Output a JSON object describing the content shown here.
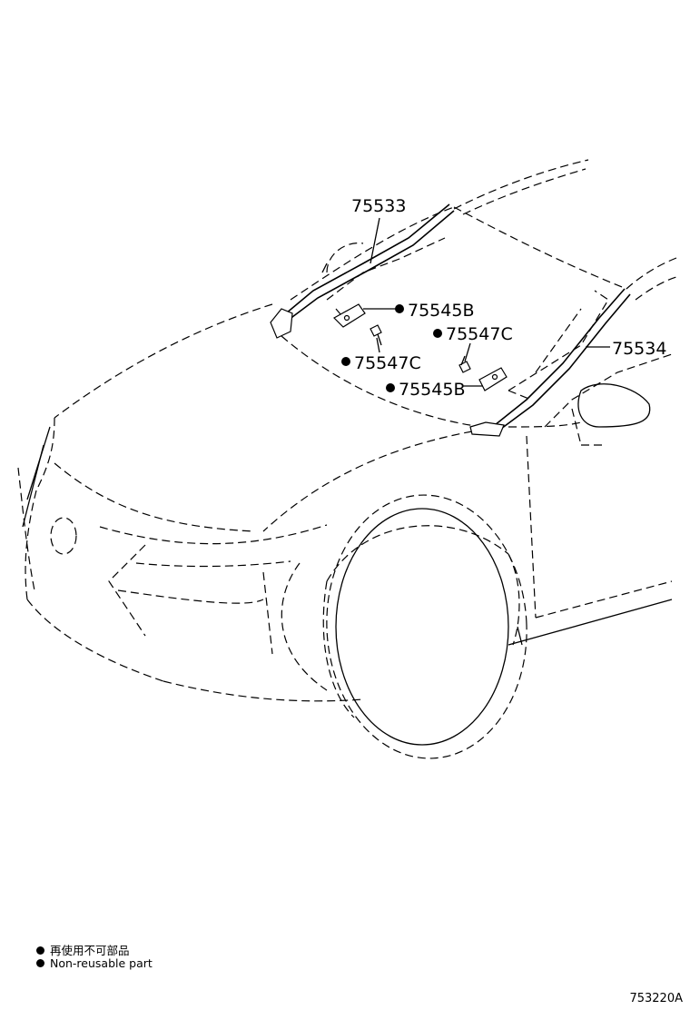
{
  "callouts": {
    "roof_molding_left": "75533",
    "roof_molding_right": "75534",
    "clip_upper": "75545B",
    "clip_lower": "75545B",
    "screw_left": "75547C",
    "screw_right": "75547C"
  },
  "legend": [
    {
      "bullet": "●",
      "text": "再使用不可部品"
    },
    {
      "bullet": "●",
      "text": "Non-reusable part"
    }
  ],
  "figure_code": "753220A"
}
